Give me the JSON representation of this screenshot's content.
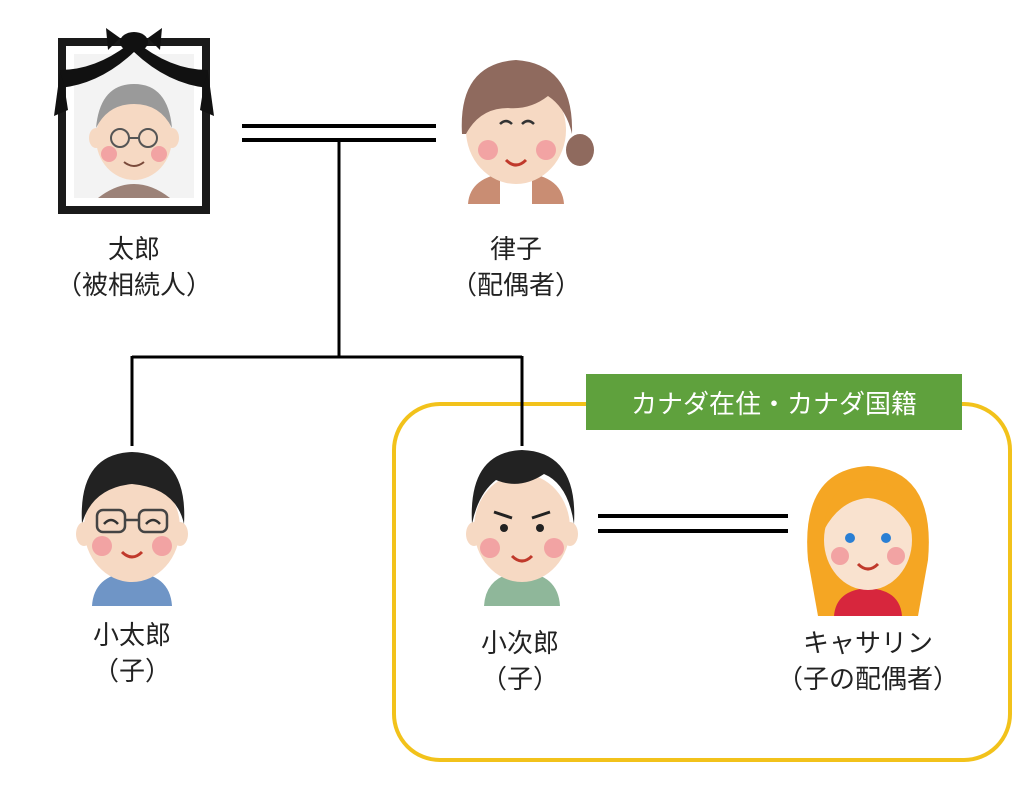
{
  "people": {
    "taro": {
      "name": "太郎",
      "role": "（被相続人）"
    },
    "ritsuko": {
      "name": "律子",
      "role": "（配偶者）"
    },
    "kotaro": {
      "name": "小太郎",
      "role": "（子）"
    },
    "kojiro": {
      "name": "小次郎",
      "role": "（子）"
    },
    "catherine": {
      "name": "キャサリン",
      "role": "（子の配偶者）"
    }
  },
  "group": {
    "label": "カナダ在住・カナダ国籍"
  },
  "colors": {
    "group_border": "#f2c21b",
    "banner": "#5fa13d",
    "line": "#000000"
  }
}
